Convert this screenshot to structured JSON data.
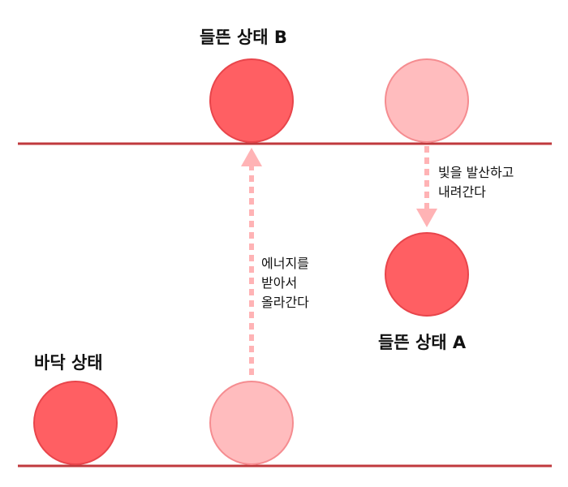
{
  "colors": {
    "level_line": "#c0393d",
    "ball_fill": "#ff5f63",
    "ball_stroke": "#e8454b",
    "ghost_fill": "#ffbcbe",
    "ghost_stroke": "#f58c90",
    "arrow": "#ffb3b5",
    "text": "#111111"
  },
  "labels": {
    "excited_b": "들뜬 상태 B",
    "excited_a": "들뜬 상태 A",
    "ground": "바닥 상태",
    "absorb_note": "에너지를\n받아서\n올라간다",
    "emit_note": "빛을 발산하고\n내려간다"
  }
}
